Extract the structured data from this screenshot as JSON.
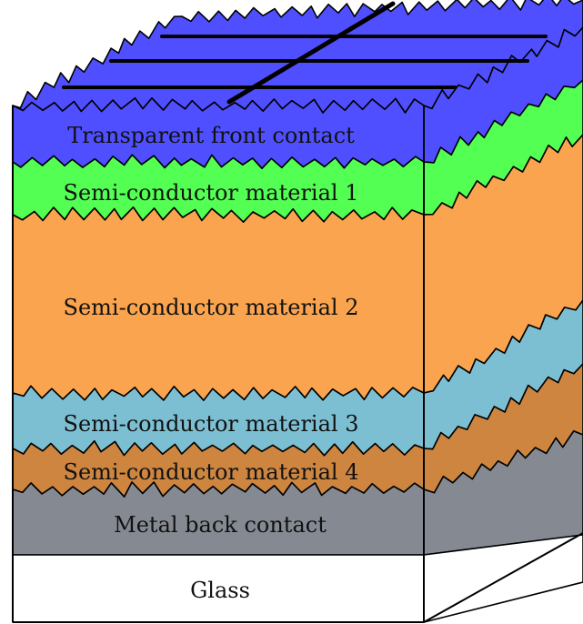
{
  "layers": [
    {
      "id": "transparent-front-contact",
      "label": "Transparent front contact",
      "color": "#4f4fff",
      "side_color": "#4f4fff"
    },
    {
      "id": "semiconductor-1",
      "label": "Semi-conductor material 1",
      "color": "#53ff53",
      "side_color": "#53ff53"
    },
    {
      "id": "semiconductor-2",
      "label": "Semi-conductor material 2",
      "color": "#faa44f",
      "side_color": "#faa44f"
    },
    {
      "id": "semiconductor-3",
      "label": "Semi-conductor material 3",
      "color": "#7dbfd2",
      "side_color": "#7dbfd2"
    },
    {
      "id": "semiconductor-4",
      "label": "Semi-conductor material 4",
      "color": "#cd853f",
      "side_color": "#cd853f"
    },
    {
      "id": "metal-back-contact",
      "label": "Metal back contact",
      "color": "#858992",
      "side_color": "#858992"
    },
    {
      "id": "glass",
      "label": "Glass",
      "color": "#ffffff",
      "side_color": "#ffffff"
    }
  ],
  "colors": {
    "outline": "#000000",
    "grid": "#000000"
  }
}
